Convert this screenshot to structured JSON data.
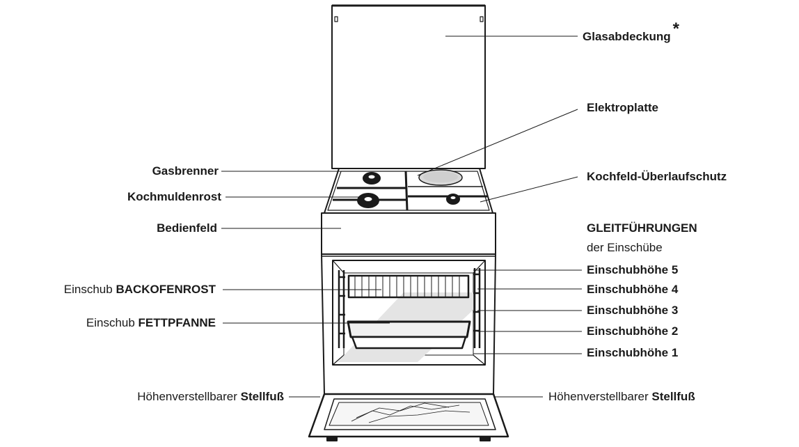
{
  "labels": {
    "glass_cover": "Glasabdeckung",
    "glass_cover_note": "*",
    "electric_plate": "Elektroplatte",
    "gas_burner": "Gasbrenner",
    "hob_grid": "Kochmuldenrost",
    "hob_overflow": "Kochfeld-Überlaufschutz",
    "control_panel": "Bedienfeld",
    "guides_title": "GLEITFÜHRUNGEN",
    "guides_sub": "der Einschübe",
    "shelf_level_5": "Einschubhöhe 5",
    "shelf_level_4": "Einschubhöhe 4",
    "shelf_level_3": "Einschubhöhe 3",
    "shelf_level_2": "Einschubhöhe 2",
    "shelf_level_1": "Einschubhöhe 1",
    "rack_prefix": "Einschub",
    "rack_name": "BACKOFENROST",
    "pan_prefix": "Einschub",
    "pan_name": "FETTPFANNE",
    "foot_left_prefix": "Höhenverstellbarer",
    "foot_left_name": "Stellfuß",
    "foot_right_prefix": "Höhenverstellbarer",
    "foot_right_name": "Stellfuß"
  }
}
